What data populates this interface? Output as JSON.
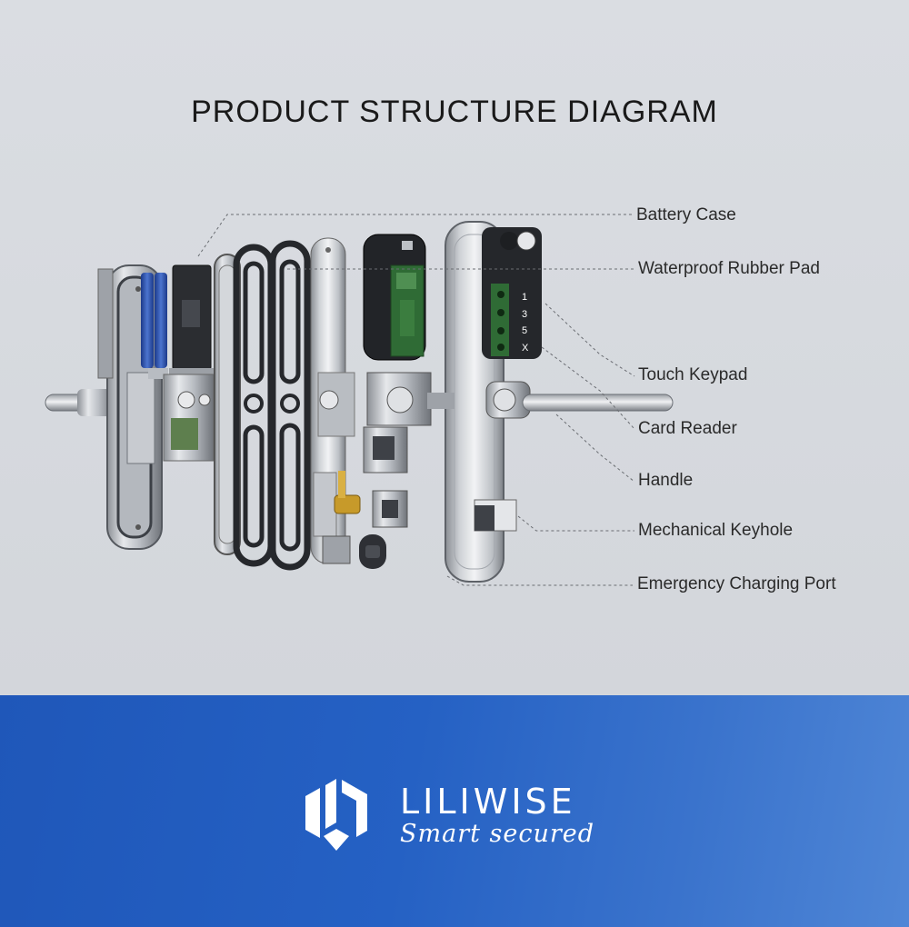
{
  "header": {
    "title": "PRODUCT STRUCTURE DIAGRAM"
  },
  "callouts": [
    {
      "id": "battery-case",
      "label": "Battery Case"
    },
    {
      "id": "waterproof-rubber-pad",
      "label": "Waterproof Rubber Pad"
    },
    {
      "id": "touch-keypad",
      "label": "Touch Keypad"
    },
    {
      "id": "card-reader",
      "label": "Card Reader"
    },
    {
      "id": "handle",
      "label": "Handle"
    },
    {
      "id": "mechanical-keyhole",
      "label": "Mechanical Keyhole"
    },
    {
      "id": "emergency-charging-port",
      "label": "Emergency Charging Port"
    }
  ],
  "keypad": {
    "keys": [
      "1",
      "3",
      "5",
      "X"
    ]
  },
  "brand": {
    "name": "LILIWISE",
    "tagline": "Smart secured"
  },
  "colors": {
    "band_start": "#1f57b9",
    "band_end": "#4f86d6",
    "battery_blue": "#2a4fa8",
    "pcb_green": "#2f6b35"
  }
}
